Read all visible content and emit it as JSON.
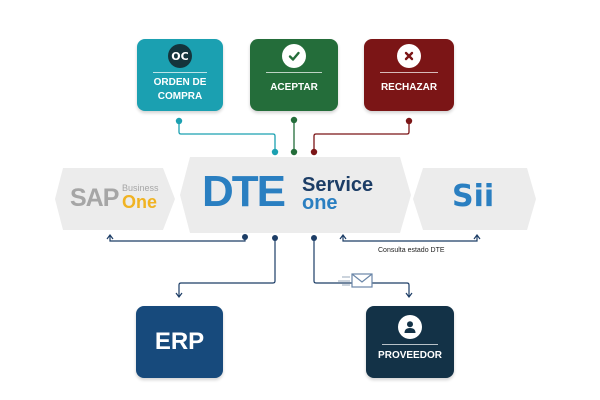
{
  "top_tiles": [
    {
      "icon_text": "OC",
      "icon": "oc-badge-icon",
      "label_line1": "ORDEN DE",
      "label_line2": "COMPRA",
      "color": "#1ba0b1"
    },
    {
      "icon": "check-icon",
      "label": "ACEPTAR",
      "color": "#246d3a"
    },
    {
      "icon": "x-icon",
      "label": "RECHAZAR",
      "color": "#7b1516"
    }
  ],
  "sap": {
    "main": "SAP",
    "business": "Business",
    "one": "One",
    "gray": "#a6a6a6",
    "gold": "#f0b323"
  },
  "dte": {
    "main": "DTE",
    "service": "Service",
    "one": "one",
    "blue": "#2a7fc1",
    "dark": "#1c3d66"
  },
  "sii": {
    "text": "Sii",
    "color": "#2a7fc1"
  },
  "consulta_label": "Consulta estado DTE",
  "bottom_tiles": [
    {
      "label": "ERP",
      "color": "#174a7c"
    },
    {
      "icon": "user-icon",
      "label": "PROVEEDOR",
      "color": "#133247"
    }
  ]
}
